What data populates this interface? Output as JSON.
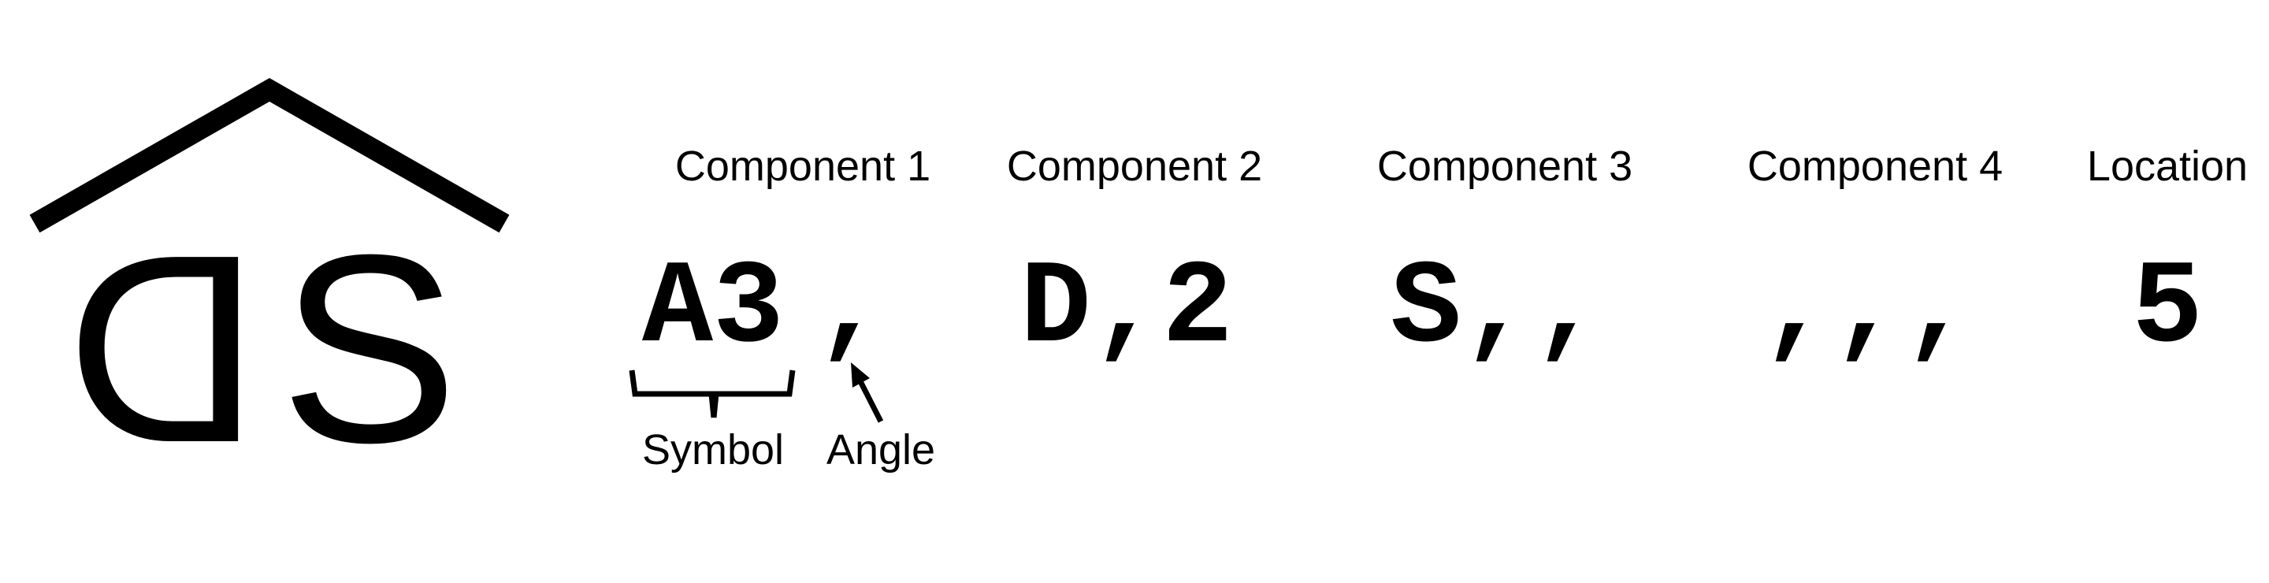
{
  "logo": {
    "letters": "DS"
  },
  "columns": [
    {
      "header": "Component 1",
      "code": "A3"
    },
    {
      "header": "Component 2",
      "code": "D,2"
    },
    {
      "header": "Component 3",
      "code": "S,,"
    },
    {
      "header": "Component 4",
      "code": ",,,"
    },
    {
      "header": "Location",
      "code": "5"
    }
  ],
  "annotations": {
    "symbol_label": "Symbol",
    "angle_label": "Angle",
    "angle_mark": ","
  }
}
